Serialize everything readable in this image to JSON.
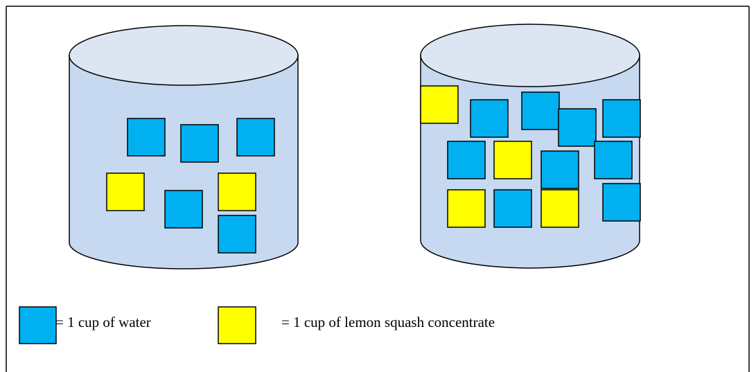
{
  "colors": {
    "water": "#00b0f0",
    "lemon": "#ffff00",
    "container_body": "#c6d9f1",
    "container_top": "#dce6f2",
    "outline": "#000000"
  },
  "containers": [
    {
      "name": "left-container",
      "cups": [
        "water",
        "water",
        "water",
        "lemon",
        "water",
        "lemon",
        "water"
      ]
    },
    {
      "name": "right-container",
      "cups": [
        "lemon",
        "water",
        "water",
        "water",
        "water",
        "water",
        "lemon",
        "water",
        "water",
        "lemon",
        "water",
        "lemon",
        "water"
      ]
    }
  ],
  "legend": {
    "water": {
      "color": "water",
      "text": "= 1 cup of water"
    },
    "lemon": {
      "color": "lemon",
      "text": "= 1 cup of lemon squash concentrate"
    }
  }
}
